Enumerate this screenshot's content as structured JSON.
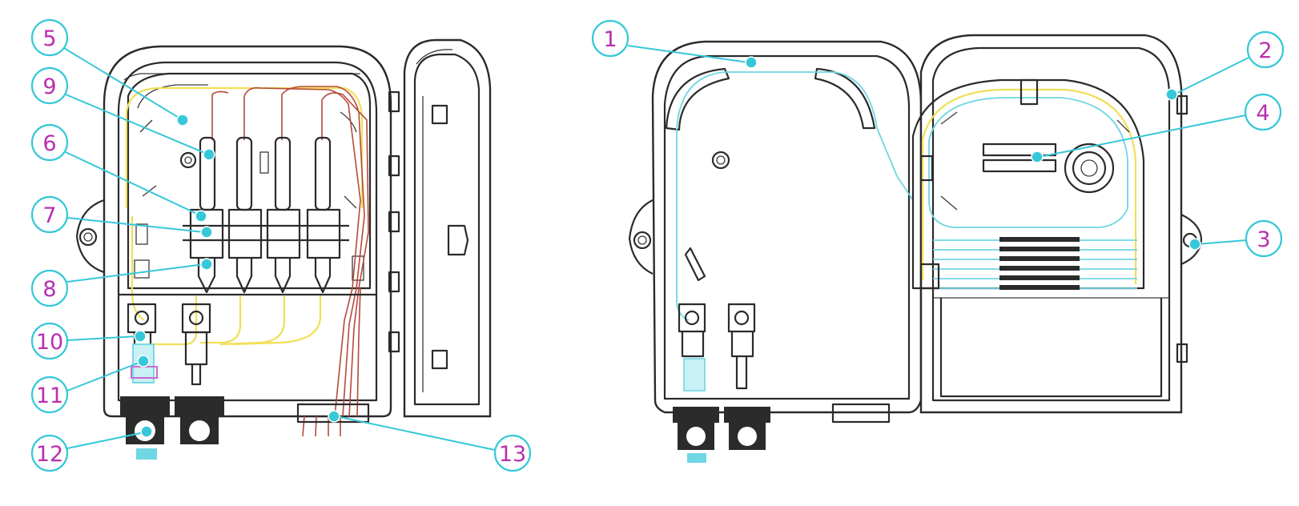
{
  "colors": {
    "callout_circle": "#36c8d8",
    "callout_number": "#b82fb0",
    "yellow_fiber": "#f1df58",
    "red_fiber": "#b64a3a",
    "cyan_fiber": "#6fd6e3",
    "line_art": "#2b2b2b"
  },
  "callouts": [
    {
      "label": "1"
    },
    {
      "label": "2"
    },
    {
      "label": "3"
    },
    {
      "label": "4"
    },
    {
      "label": "5"
    },
    {
      "label": "6"
    },
    {
      "label": "7"
    },
    {
      "label": "8"
    },
    {
      "label": "9"
    },
    {
      "label": "10"
    },
    {
      "label": "11"
    },
    {
      "label": "12"
    },
    {
      "label": "13"
    }
  ]
}
